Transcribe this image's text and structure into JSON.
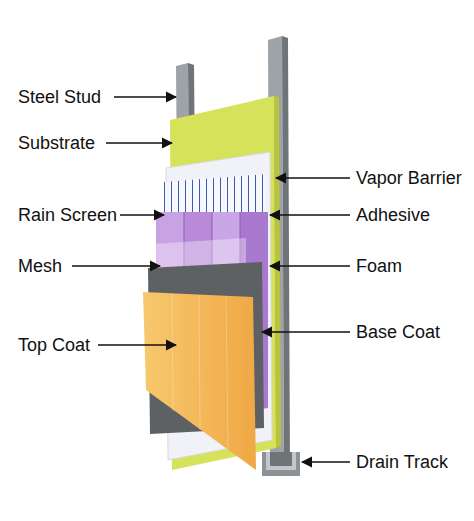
{
  "diagram": {
    "labels": [
      "Steel Stud",
      "Substrate",
      "Rain Screen",
      "Mesh",
      "Top Coat",
      "Vapor Barrier",
      "Adhesive",
      "Foam",
      "Base Coat",
      "Drain Track"
    ]
  }
}
